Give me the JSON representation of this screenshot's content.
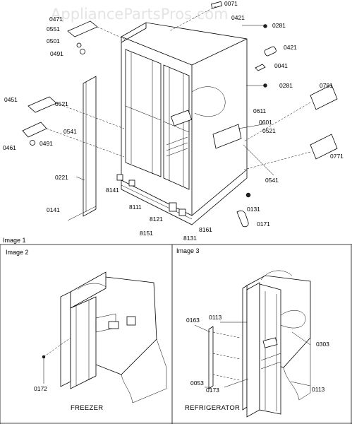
{
  "watermark": "AppliancePartsPros.com",
  "image_labels": [
    "Image 1",
    "Image 2",
    "Image 3"
  ],
  "captions": {
    "freezer": "FREEZER",
    "refrigerator": "REFRIGERATOR"
  },
  "parts_image1": [
    "0071",
    "0421",
    "0281",
    "0471",
    "0551",
    "0501",
    "0491",
    "0421",
    "0041",
    "0281",
    "0451",
    "0521",
    "0781",
    "0541",
    "0611",
    "0601",
    "0521",
    "0461",
    "0491",
    "0221",
    "0541",
    "0771",
    "8141",
    "8111",
    "8121",
    "0131",
    "0141",
    "8151",
    "8161",
    "0171",
    "8131"
  ],
  "parts_image2": [
    "0172"
  ],
  "parts_image3": [
    "0163",
    "0113",
    "0303",
    "0053",
    "0173",
    "0113"
  ]
}
